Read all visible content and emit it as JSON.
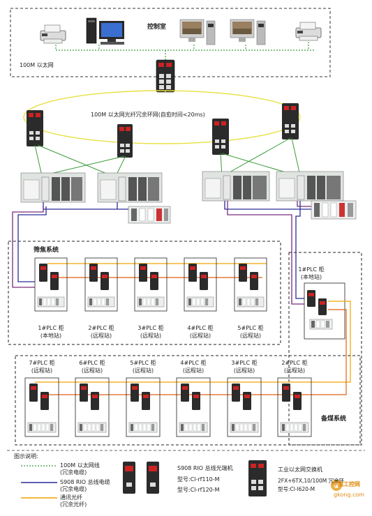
{
  "control_room": {
    "title": "控制室",
    "network_label": "100M 以太网"
  },
  "ring": {
    "label": "100M 以太网光纤冗余环网(自愈时间<20ms)"
  },
  "screening_system": {
    "title": "筛焦系统",
    "cabinets": [
      {
        "name": "1#PLC 柜",
        "role": "(本地站)"
      },
      {
        "name": "2#PLC 柜",
        "role": "(远程站)"
      },
      {
        "name": "3#PLC 柜",
        "role": "(远程站)"
      },
      {
        "name": "4#PLC 柜",
        "role": "(远程站)"
      },
      {
        "name": "5#PLC 柜",
        "role": "(远程站)"
      }
    ]
  },
  "coal_system": {
    "title": "备煤系统",
    "local_cabinet": {
      "name": "1#PLC 柜",
      "role": "(本地站)"
    },
    "cabinets": [
      {
        "name": "7#PLC 柜",
        "role": "(远程站)"
      },
      {
        "name": "6#PLC 柜",
        "role": "(远程站)"
      },
      {
        "name": "5#PLC 柜",
        "role": "(远程站)"
      },
      {
        "name": "4#PLC 柜",
        "role": "(远程站)"
      },
      {
        "name": "3#PLC 柜",
        "role": "(远程站)"
      },
      {
        "name": "2#PLC 柜",
        "role": "(远程站)"
      }
    ]
  },
  "legend": {
    "title": "图示说明:",
    "items": [
      {
        "line1": "100M 以太网线",
        "line2": "(冗余电缆)",
        "color": "#3a9a3a",
        "dashed": true
      },
      {
        "line1": "S908 RIO 总线电缆",
        "line2": "(冗余电缆)",
        "color": "#2a2a9a",
        "dashed": false
      },
      {
        "line1": "通讯光纤",
        "line2": "(冗余光纤)",
        "color": "#f0a400",
        "dashed": false
      }
    ],
    "media_converter": {
      "title": "S908 RIO 总线光端机",
      "model1": "型号:Cl-rf110-M",
      "model2": "型号:Cl-rf120-M"
    },
    "switch": {
      "title": "工业以太网交换机",
      "spec1": "2FX+6TX,10/100M 冗余环",
      "spec2": "型号:Cl-l620-M"
    }
  },
  "watermark": {
    "logo_text": "中国工控网",
    "url": "gkong.com"
  },
  "colors": {
    "ethernet": "#3a9a3a",
    "rio": "#2a2a9a",
    "fiber": "#f0a400",
    "ring": "#e8e040",
    "fiber_orange": "#e06010"
  }
}
